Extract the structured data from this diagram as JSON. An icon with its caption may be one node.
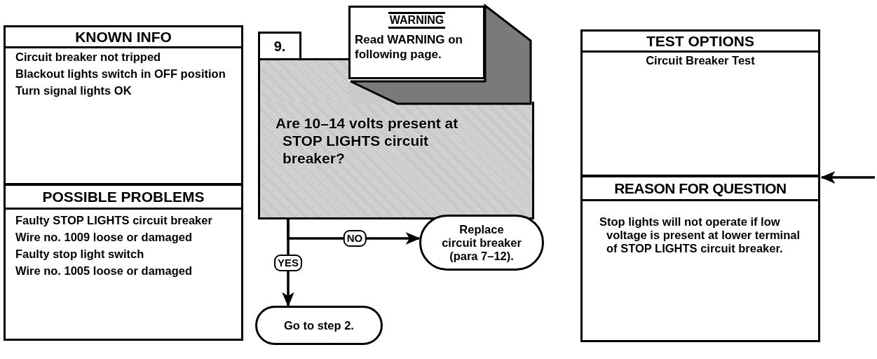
{
  "diagram": {
    "nodes": [
      {
        "text": [
          "KNOWN INFO",
          "Circuit breaker not tripped",
          "Blackout lights switch in OFF position",
          "Turn signal lights OK"
        ]
      },
      {
        "text": [
          "POSSIBLE PROBLEMS",
          "Faulty STOP LIGHTS circuit breaker",
          "Wire no. 1009 loose or damaged",
          "Faulty stop light switch",
          "Wire no. 1005 loose or damaged"
        ]
      },
      {
        "text": [
          "Are 10–14 volts present at STOP LIGHTS circuit breaker?"
        ]
      },
      {
        "text": [
          "9."
        ]
      },
      {
        "text": [
          "WARNING",
          "Read WARNING on following page."
        ]
      },
      {
        "text": [
          "Replace circuit breaker (para 7–12)."
        ]
      },
      {
        "text": [
          "Go to step 2."
        ]
      },
      {
        "text": [
          "TEST OPTIONS",
          "Circuit Breaker Test"
        ]
      },
      {
        "text": [
          "REASON FOR QUESTION",
          "Stop lights will not operate if low voltage is present at lower terminal of STOP LIGHTS circuit breaker."
        ]
      },
      {
        "text": [],
        "shape": "box"
      }
    ],
    "edges": [
      {
        "from": 2,
        "to": 5,
        "arrow": "to",
        "label": "NO"
      },
      {
        "from": 2,
        "to": 6,
        "arrow": "to",
        "label": "YES"
      },
      {
        "from": null,
        "to": 8,
        "arrow": "to"
      }
    ]
  }
}
